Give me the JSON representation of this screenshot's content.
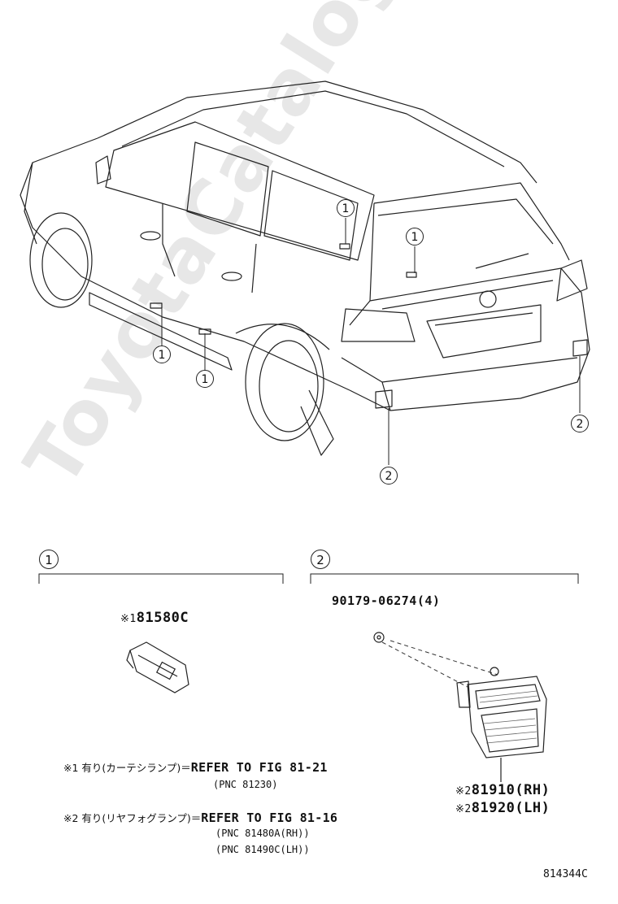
{
  "watermark": "ToyotaCatalog.ru",
  "callouts": {
    "c1": "1",
    "c2": "2"
  },
  "section1": {
    "label": "1",
    "part_number": "81580C",
    "prefix": "※1"
  },
  "section2": {
    "label": "2",
    "bolt_part": "90179-06274(4)",
    "part_rh": "81910(RH)",
    "part_lh": "81920(LH)",
    "prefix": "※2"
  },
  "notes": {
    "n1_prefix": "※1 有り(カーテシランプ)＝",
    "n1_refer": "REFER TO FIG 81-21",
    "n1_pnc": "(PNC 81230)",
    "n2_prefix": "※2 有り(リヤフォグランプ)＝",
    "n2_refer": "REFER TO FIG 81-16",
    "n2_pnc_rh": "(PNC 81480A(RH))",
    "n2_pnc_lh": "(PNC 81490C(LH))"
  },
  "figure_number": "814344C"
}
